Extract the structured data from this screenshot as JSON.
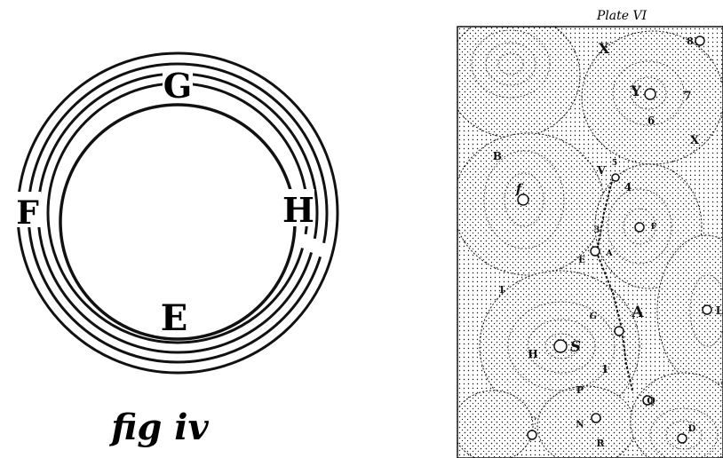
{
  "figure_left": {
    "letters": {
      "top": "G",
      "left": "F",
      "right": "H",
      "bottom": "E"
    },
    "caption": "fig iv"
  },
  "figure_right": {
    "title": "Plate VI",
    "labels": {
      "x_top": "X",
      "y": "Y",
      "six": "6",
      "seven": "7",
      "x_right": "X",
      "eight": "8",
      "b": "B",
      "f": "f",
      "v": "V",
      "five": "5",
      "four": "4",
      "f_big": "F",
      "three": "3",
      "e": "E",
      "a_small": "A",
      "one_left": "1",
      "a": "A",
      "g": "G",
      "h": "H",
      "s": "S",
      "l": "L",
      "one": "1",
      "p": "P",
      "q": "Q",
      "n": "N",
      "d": "D",
      "r": "R"
    }
  },
  "colors": {
    "ink": "#111111",
    "paper": "#ffffff"
  }
}
